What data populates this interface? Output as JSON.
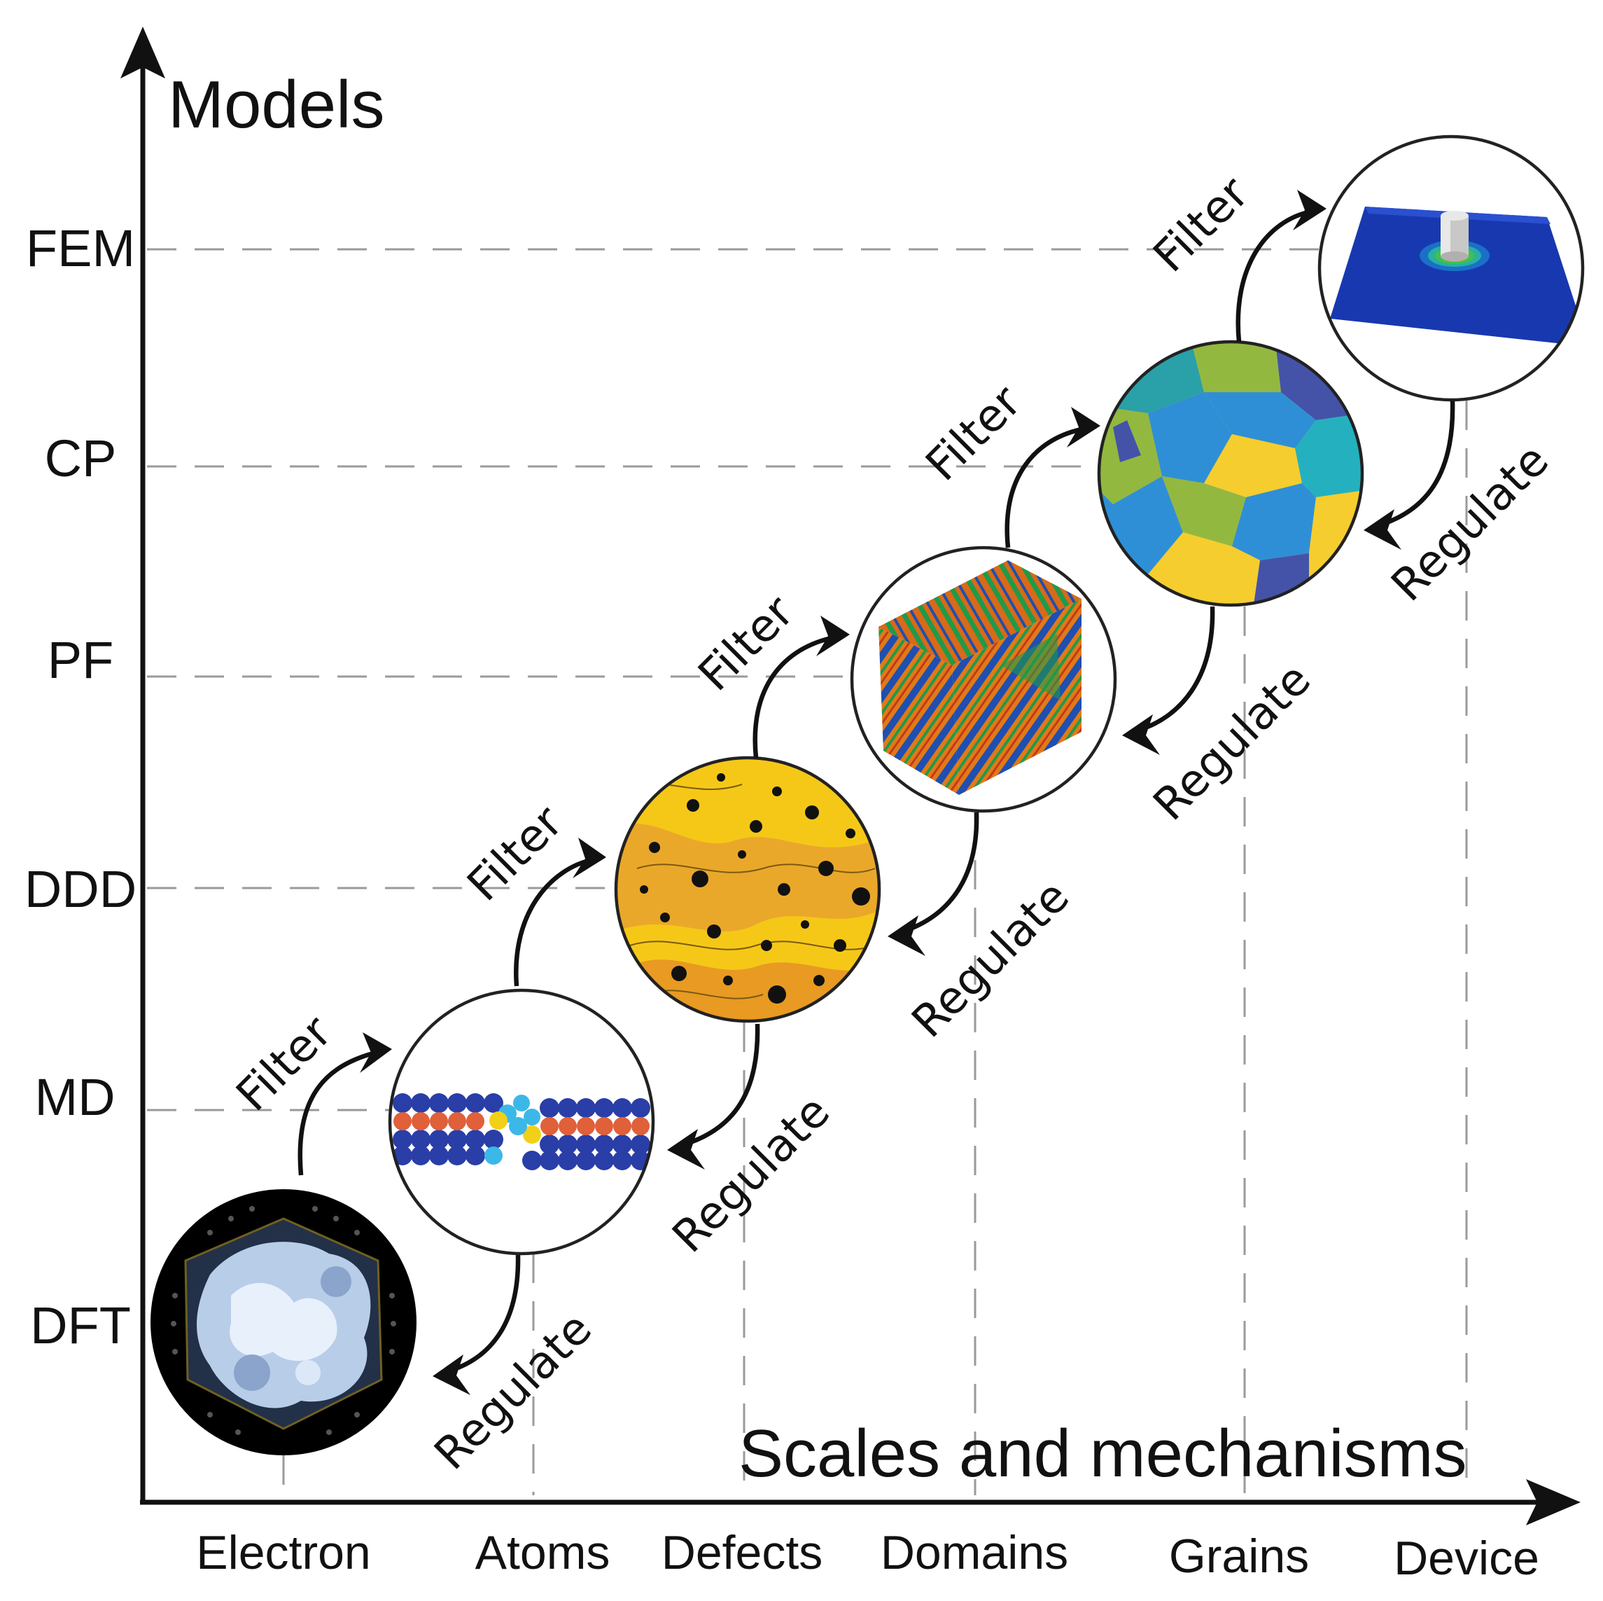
{
  "axes": {
    "y_title": "Models",
    "x_title": "Scales and mechanisms"
  },
  "models": [
    "FEM",
    "CP",
    "PF",
    "DDD",
    "MD",
    "DFT"
  ],
  "scales": [
    "Electron",
    "Atoms",
    "Defects",
    "Domains",
    "Grains",
    "Device"
  ],
  "flow": {
    "up_label": "Filter",
    "down_label": "Regulate"
  },
  "nodes": [
    {
      "model": "DFT",
      "scale": "Electron",
      "icon": "electron-density-icon",
      "colors": [
        "#000000",
        "#b8cde8"
      ]
    },
    {
      "model": "MD",
      "scale": "Atoms",
      "icon": "atom-chain-icon",
      "colors": [
        "#2a3ea8",
        "#e0603a",
        "#3cb8e8",
        "#f2d018"
      ]
    },
    {
      "model": "DDD",
      "scale": "Defects",
      "icon": "dislocation-contour-icon",
      "colors": [
        "#f5c818",
        "#e8a020",
        "#111111"
      ]
    },
    {
      "model": "PF",
      "scale": "Domains",
      "icon": "domain-cube-icon",
      "colors": [
        "#1f4fb0",
        "#e07a18",
        "#1f9a4a"
      ]
    },
    {
      "model": "CP",
      "scale": "Grains",
      "icon": "grain-map-icon",
      "colors": [
        "#f5cd2e",
        "#2f8fd6",
        "#93b840",
        "#4453a8",
        "#25b0c0"
      ]
    },
    {
      "model": "FEM",
      "scale": "Device",
      "icon": "fem-plate-icon",
      "colors": [
        "#1838b0",
        "#c8c8c8",
        "#30c060"
      ]
    }
  ]
}
